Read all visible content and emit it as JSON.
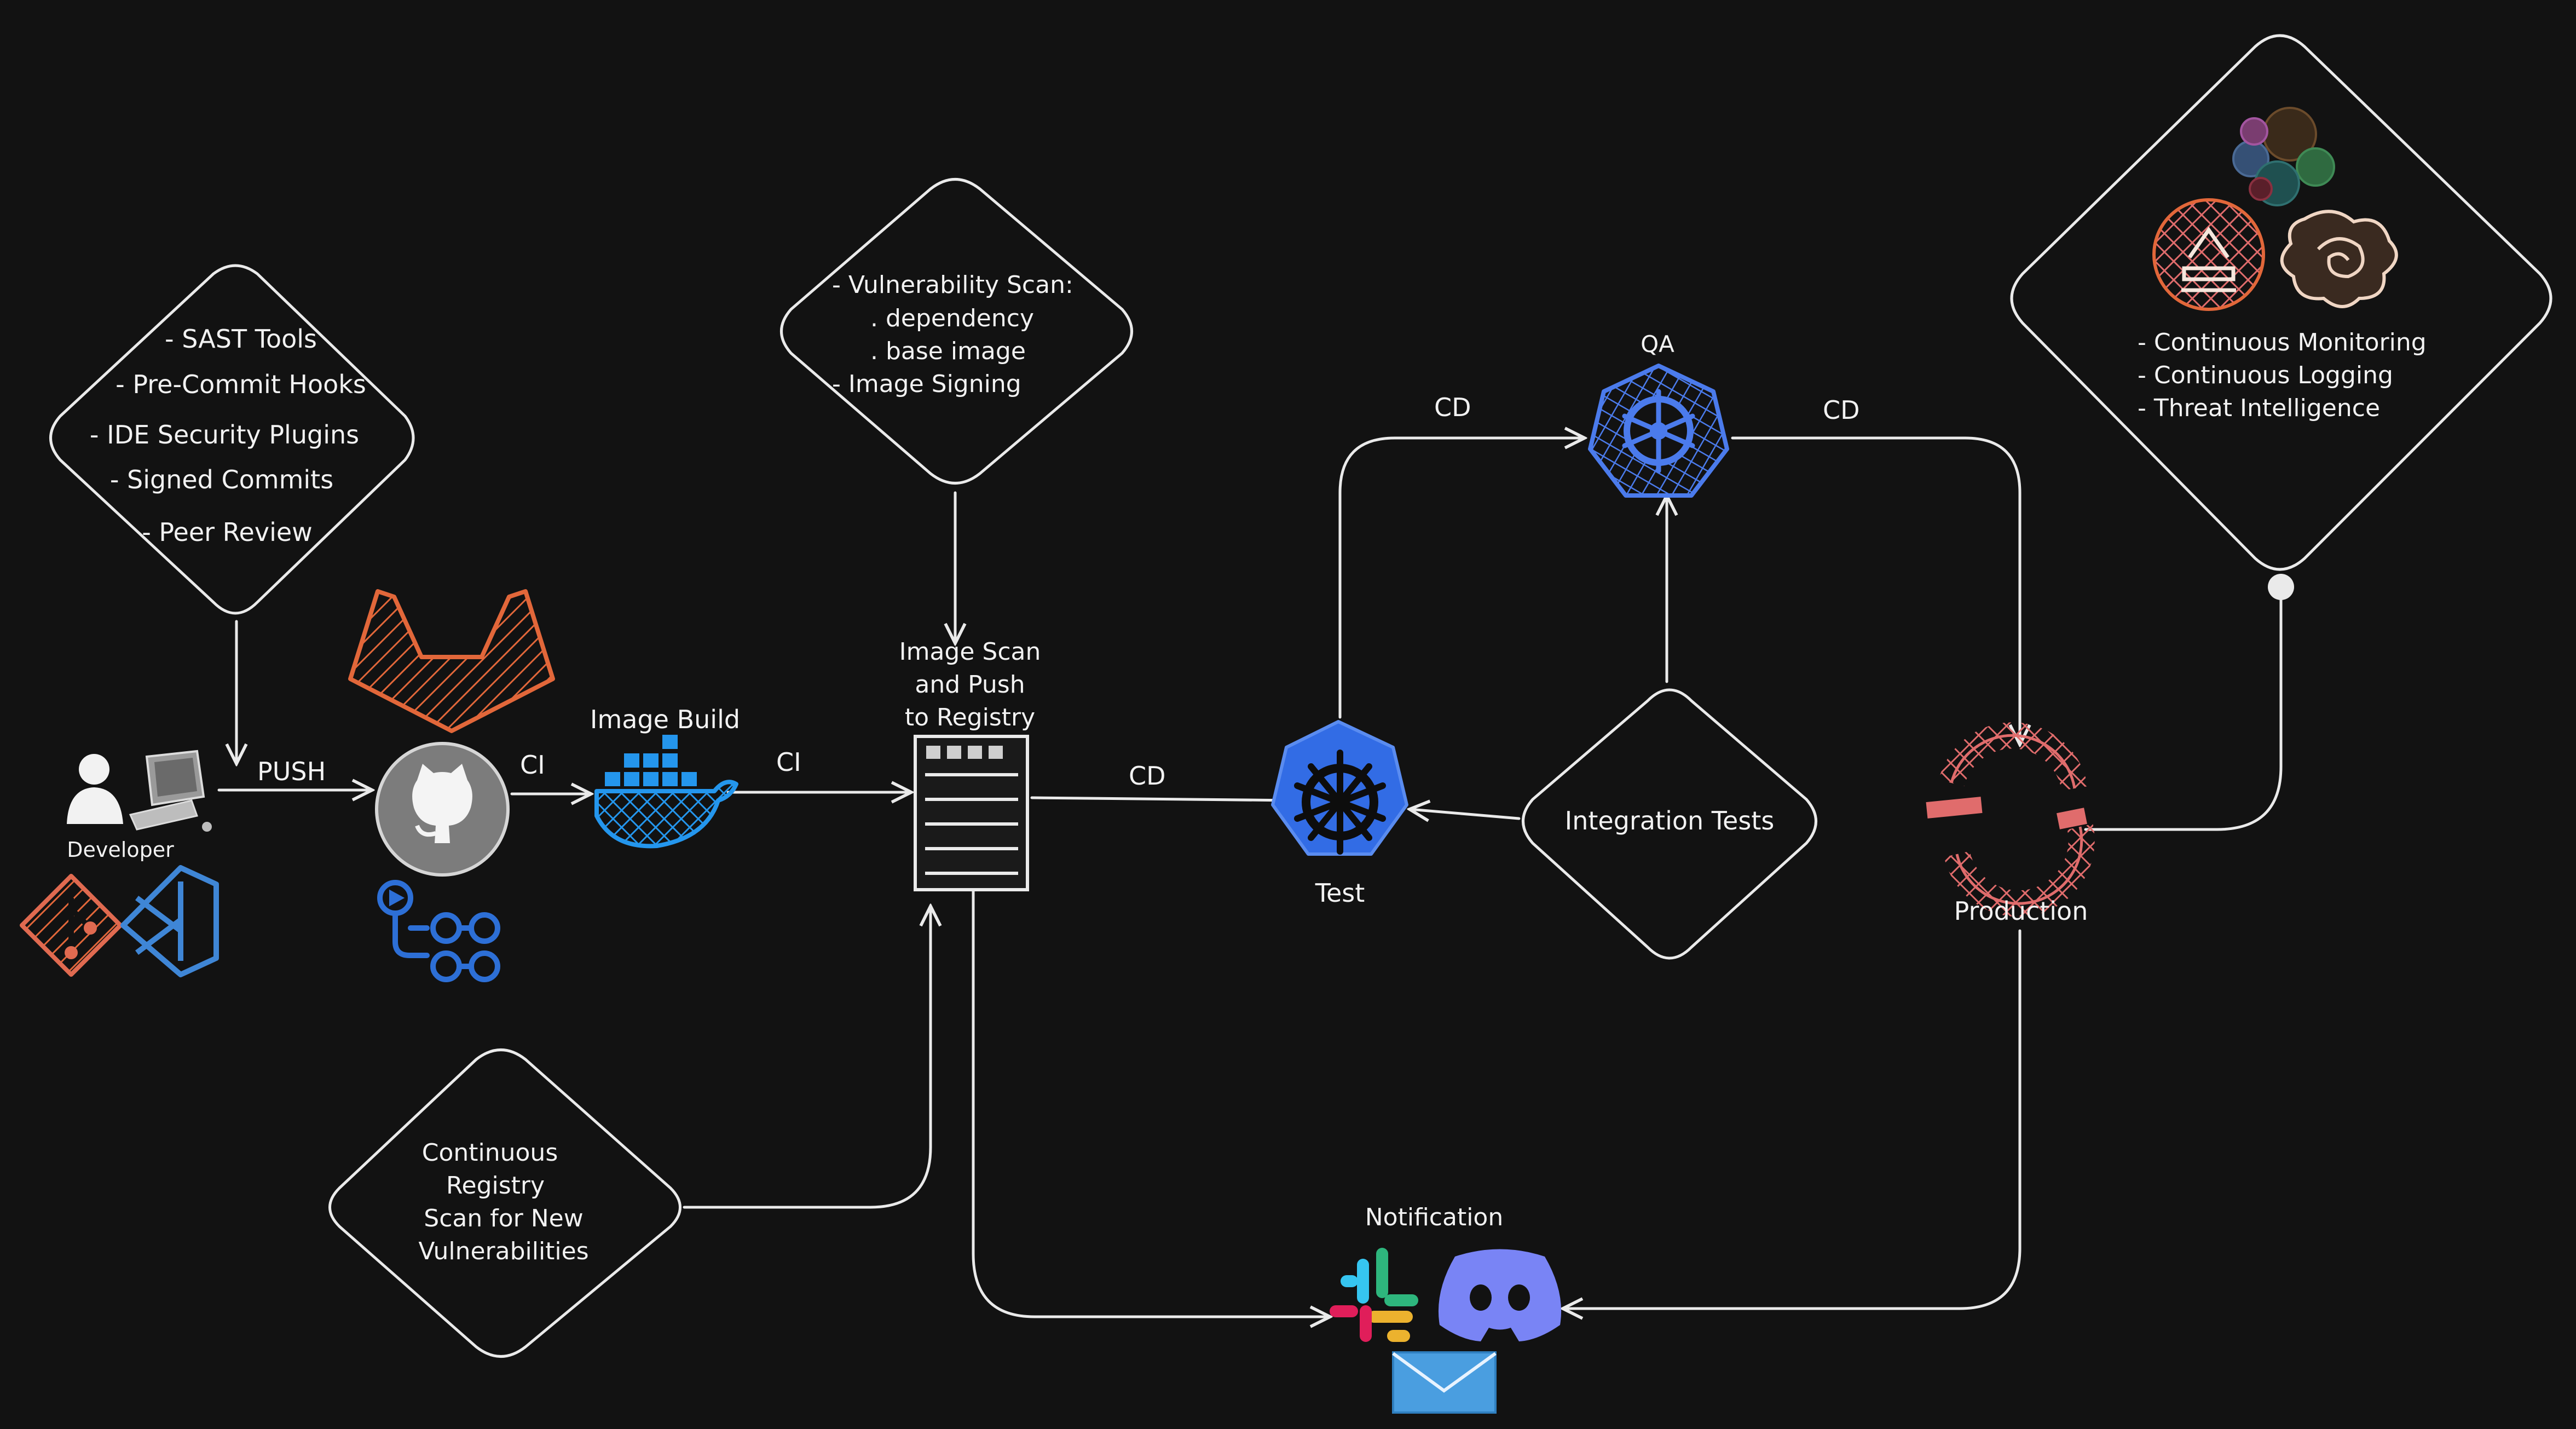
{
  "colors": {
    "background": "#121212",
    "stroke": "#eaeaea",
    "gitlab": "#e2673a",
    "github": "#7c7c7c",
    "docker": "#2496ed",
    "kubernetes": "#326ce5",
    "openshift": "#e06c6c",
    "discord": "#7984f5",
    "email": "#4a9ee0",
    "git": "#e06a50",
    "vscode": "#3f86d6"
  },
  "diamonds": {
    "dev_security": [
      "- SAST Tools",
      "- Pre-Commit Hooks",
      "- IDE Security Plugins",
      "- Signed Commits",
      "- Peer Review"
    ],
    "image_security": [
      "- Vulnerability Scan:",
      ". dependency",
      ". base image",
      "- Image Signing"
    ],
    "monitoring": [
      "- Continuous Monitoring",
      "- Continuous Logging",
      "- Threat Intelligence"
    ],
    "registry_scan": [
      "Continuous",
      "Registry",
      "Scan for New",
      "Vulnerabilities"
    ],
    "integration_tests": "Integration Tests"
  },
  "nodes": {
    "developer": "Developer",
    "image_build": "Image Build",
    "registry": [
      "Image Scan",
      "and Push",
      "to Registry"
    ],
    "test": "Test",
    "qa": "QA",
    "production": "Production",
    "notification": "Notification"
  },
  "edges": {
    "push": "PUSH",
    "ci_1": "CI",
    "ci_2": "CI",
    "cd_test": "CD",
    "cd_qa": "CD",
    "cd_prod": "CD"
  },
  "icons": [
    "developer-person-icon",
    "computer-icon",
    "git-icon",
    "vscode-icon",
    "gitlab-icon",
    "github-icon",
    "github-actions-icon",
    "docker-icon",
    "registry-server-icon",
    "kubernetes-icon",
    "openshift-icon",
    "slack-icon",
    "discord-icon",
    "email-icon",
    "grafana-icon",
    "kubernetes-rose-icon",
    "prometheus-cluster-icon"
  ]
}
